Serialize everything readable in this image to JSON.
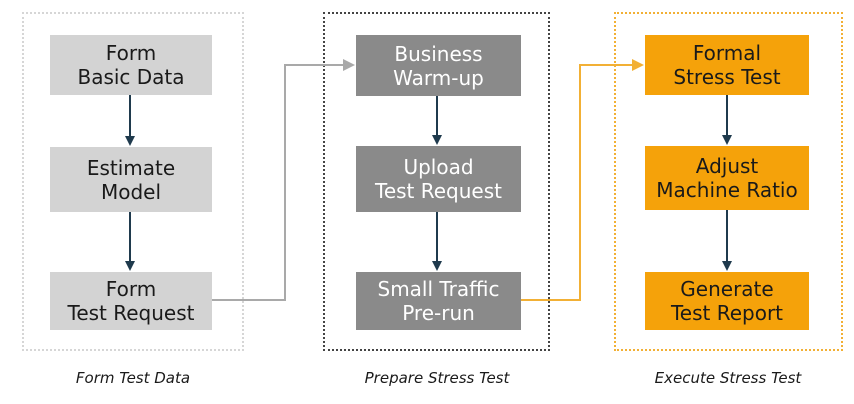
{
  "columns": [
    {
      "caption": "Form Test Data",
      "steps": [
        {
          "line1": "Form",
          "line2": "Basic Data"
        },
        {
          "line1": "Estimate",
          "line2": "Model"
        },
        {
          "line1": "Form",
          "line2": "Test Request"
        }
      ]
    },
    {
      "caption": "Prepare Stress Test",
      "steps": [
        {
          "line1": "Business",
          "line2": "Warm-up"
        },
        {
          "line1": "Upload",
          "line2": "Test Request"
        },
        {
          "line1": "Small Traffic",
          "line2": "Pre-run"
        }
      ]
    },
    {
      "caption": "Execute Stress Test",
      "steps": [
        {
          "line1": "Formal",
          "line2": "Stress Test"
        },
        {
          "line1": "Adjust",
          "line2": "Machine Ratio"
        },
        {
          "line1": "Generate",
          "line2": "Test Report"
        }
      ]
    }
  ],
  "colors": {
    "column1_box": "#d3d3d3",
    "column2_box": "#8a8a8a",
    "column3_box": "#f5a20a",
    "arrow_dark": "#1f3a4d",
    "connector_gray": "#a9a9a9",
    "connector_orange": "#f2b035"
  }
}
